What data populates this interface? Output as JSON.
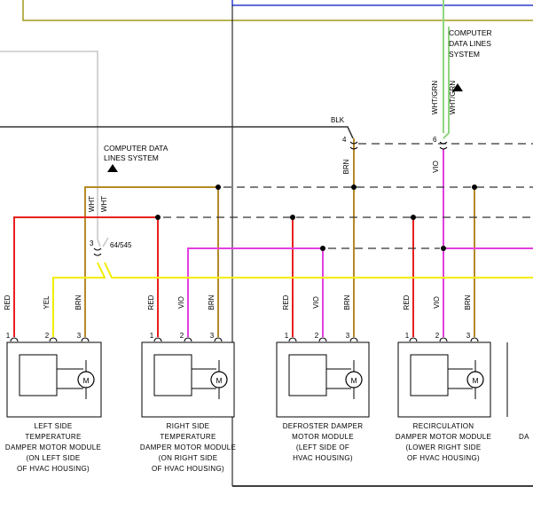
{
  "wire_colors": {
    "red": "#e8201c",
    "yellow": "#f2ee00",
    "brown": "#b58a25",
    "violet": "#e33fe0",
    "white": "#c8c8c8",
    "green": "#8fd680",
    "black": "#333333",
    "blue": "#2a3ccf",
    "olive": "#a0981a"
  },
  "system_labels": {
    "computer_data_lines_left": [
      "COMPUTER DATA",
      "LINES SYSTEM"
    ],
    "computer_data_lines_right": [
      "COMPUTER",
      "DATA LINES",
      "SYSTEM"
    ]
  },
  "splice_label": "64/545",
  "wire_labels": {
    "blk": "BLK",
    "wht": "WHT",
    "wht_grn": "WHT/GRN",
    "brn": "BRN",
    "vio": "VIO"
  },
  "connector_pins": {
    "pin_3": "3",
    "pin_4": "4",
    "pin_6": "6"
  },
  "modules": [
    {
      "pins": [
        "1",
        "2",
        "3"
      ],
      "wires": [
        "RED",
        "YEL",
        "BRN"
      ],
      "caption": [
        "LEFT SIDE",
        "TEMPERATURE",
        "DAMPER MOTOR MODULE",
        "(ON LEFT SIDE",
        "OF HVAC HOUSING)"
      ]
    },
    {
      "pins": [
        "1",
        "2",
        "3"
      ],
      "wires": [
        "RED",
        "VIO",
        "BRN"
      ],
      "caption": [
        "RIGHT SIDE",
        "TEMPERATURE",
        "DAMPER MOTOR MODULE",
        "(ON RIGHT SIDE",
        "OF HVAC HOUSING)"
      ]
    },
    {
      "pins": [
        "1",
        "2",
        "3"
      ],
      "wires": [
        "RED",
        "VIO",
        "BRN"
      ],
      "caption": [
        "DEFROSTER DAMPER",
        "MOTOR MODULE",
        "(LEFT SIDE OF",
        "HVAC HOUSING)"
      ]
    },
    {
      "pins": [
        "1",
        "2",
        "3"
      ],
      "wires": [
        "RED",
        "VIO",
        "BRN"
      ],
      "caption": [
        "RECIRCULATION",
        "DAMPER MOTOR MODULE",
        "(LOWER RIGHT SIDE",
        "OF HVAC HOUSING)"
      ]
    }
  ],
  "motor_symbol": "M",
  "partial_caption": "DA"
}
